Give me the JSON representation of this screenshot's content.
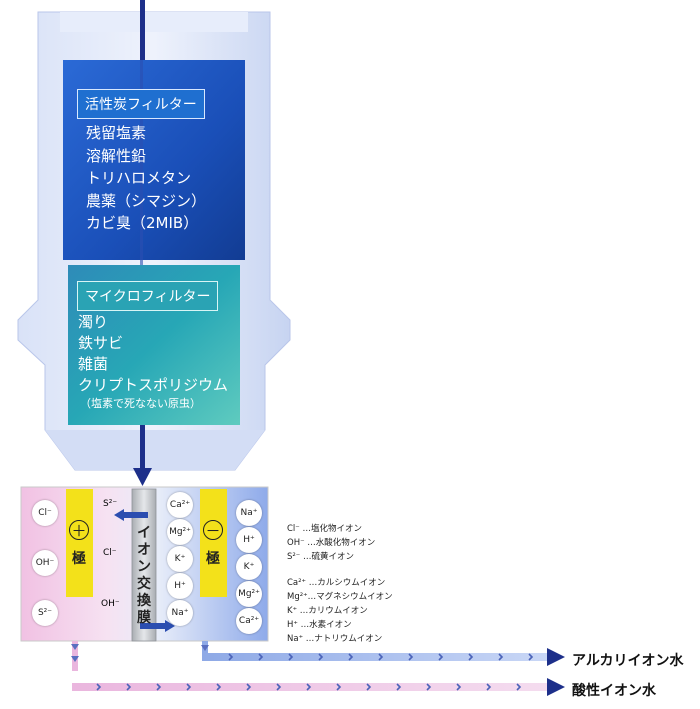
{
  "carbon_filter": {
    "title": "活性炭フィルター",
    "items": [
      "残留塩素",
      "溶解性鉛",
      "トリハロメタン",
      "農薬（シマジン）",
      "カビ臭（2MIB）"
    ]
  },
  "micro_filter": {
    "title": "マイクロフィルター",
    "items": [
      "濁り",
      "鉄サビ",
      "雑菌",
      "クリプトスポリジウム"
    ],
    "note": "（塩素で死なない原虫）"
  },
  "cell": {
    "anode_symbol": "＋",
    "anode_label": "極",
    "cathode_symbol": "－",
    "cathode_label": "極",
    "membrane_label": "イオン交換膜",
    "left_ions": [
      "Cl⁻",
      "OH⁻",
      "S²⁻"
    ],
    "center_left_ions": [
      "S²⁻",
      "Cl⁻",
      "OH⁻"
    ],
    "center_right_ions": [
      "Ca²⁺",
      "Mg²⁺",
      "K⁺",
      "H⁺",
      "Na⁺"
    ],
    "right_ions": [
      "Na⁺",
      "H⁺",
      "K⁺",
      "Mg²⁺",
      "Ca²⁺"
    ]
  },
  "legend": {
    "anions": [
      "Cl⁻ …塩化物イオン",
      "OH⁻ …水酸化物イオン",
      "S²⁻ …硫黄イオン"
    ],
    "cations": [
      "Ca²⁺ …カルシウムイオン",
      "Mg²⁺…マグネシウムイオン",
      "K⁺ …カリウムイオン",
      "H⁺ …水素イオン",
      "Na⁺ …ナトリウムイオン"
    ]
  },
  "outputs": {
    "alkaline": "アルカリイオン水",
    "acidic": "酸性イオン水"
  },
  "colors": {
    "housing": "#c9d6f2",
    "carbon_filter": "#1a4fb8",
    "micro_filter": "#2aa3b4",
    "flow_arrow": "#1d2f8a",
    "acid_side": "#f2c6e6",
    "alkaline_side": "#9fb7ee",
    "electrode": "#f3e11a",
    "membrane": "#bfc3c8"
  }
}
